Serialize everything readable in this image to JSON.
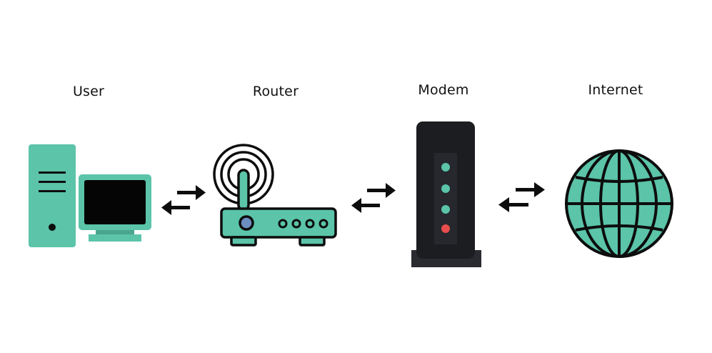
{
  "diagram": {
    "labels": {
      "user": "User",
      "router": "Router",
      "modem": "Modem",
      "internet": "Internet"
    },
    "colors": {
      "accent": "#5bc4a9",
      "ink": "#0d0d0d",
      "modem_body": "#1c1d21",
      "modem_base": "#2a2b30",
      "router_button": "#6c8fc0",
      "modem_led_alert": "#e84c4c",
      "background": "#ffffff"
    },
    "icons": {
      "user": "desktop-computer-icon",
      "router": "wifi-router-icon",
      "modem": "modem-icon",
      "internet": "globe-icon",
      "connector": "bidirectional-arrows-icon"
    }
  }
}
